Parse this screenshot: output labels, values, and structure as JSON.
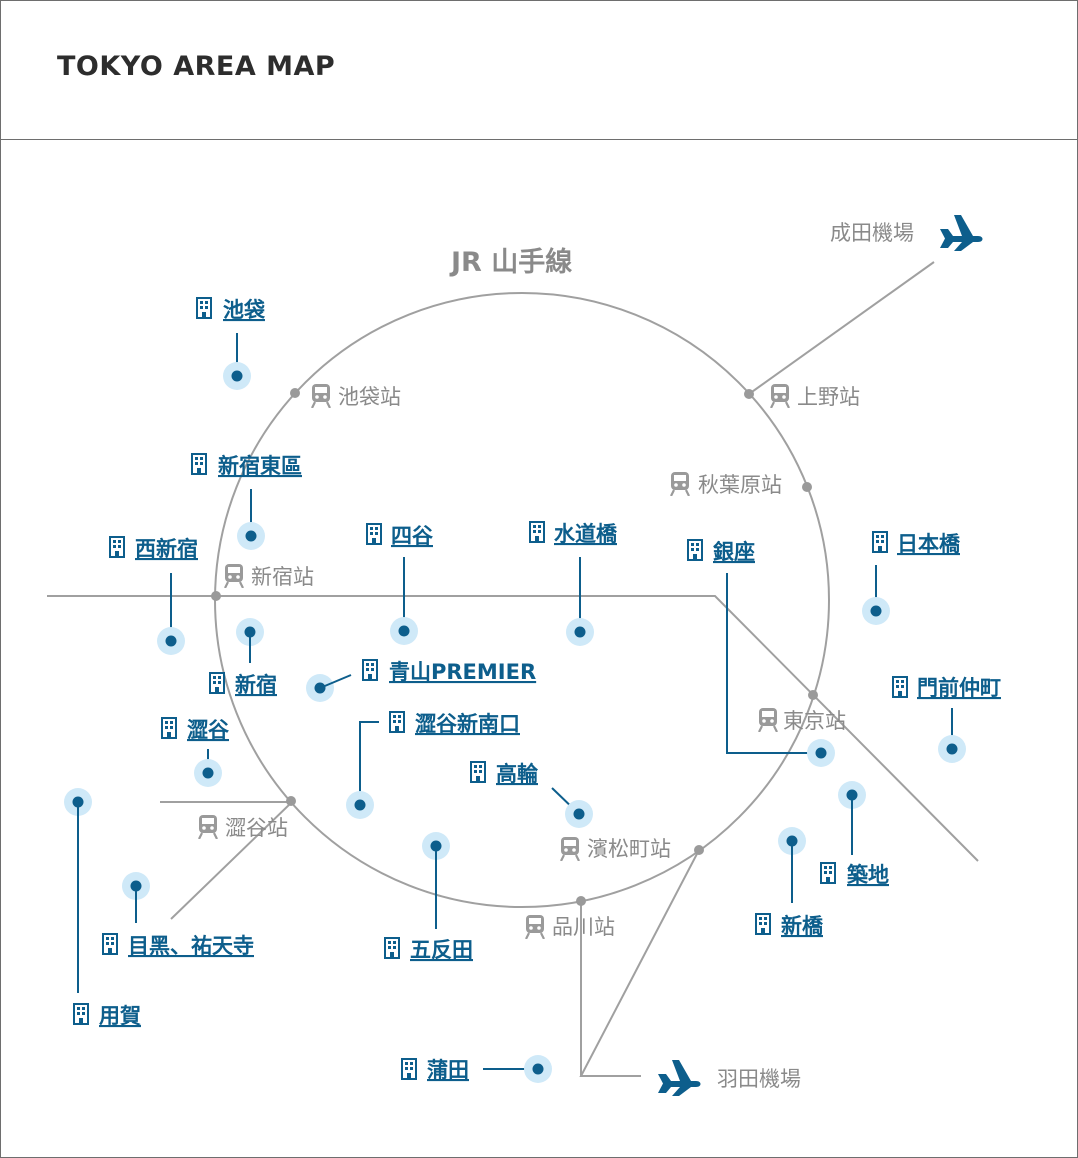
{
  "page": {
    "title": "TOKYO AREA MAP"
  },
  "map": {
    "line_name": "JR 山手線",
    "airports": {
      "narita": "成田機場",
      "haneda": "羽田機場"
    },
    "stations": {
      "ikebukuro": "池袋站",
      "ueno": "上野站",
      "akihabara": "秋葉原站",
      "shinjuku": "新宿站",
      "tokyo": "東京站",
      "shibuya": "澀谷站",
      "hamamatsucho": "濱松町站",
      "shinagawa": "品川站"
    },
    "hotels": {
      "ikebukuro": "池袋",
      "shinjuku_higashi": "新宿東區",
      "nishi_shinjuku": "西新宿",
      "yotsuya": "四谷",
      "suidobashi": "水道橋",
      "ginza": "銀座",
      "nihonbashi": "日本橋",
      "shinjuku": "新宿",
      "aoyama_premier": "青山PREMIER",
      "monzen_nakacho": "門前仲町",
      "shibuya": "澀谷",
      "shibuya_shin_minamiguchi": "澀谷新南口",
      "takanawa": "高輪",
      "meguro_yutenji": "目黑、祐天寺",
      "gotanda": "五反田",
      "tsukiji": "築地",
      "shinbashi": "新橋",
      "yoga": "用賀",
      "kamata": "蒲田"
    },
    "colors": {
      "hotel": "#0d5e8c",
      "hotel_halo": "#cfe9f8",
      "rail": "#a0a0a0",
      "station_text": "#8a8a8a"
    }
  }
}
